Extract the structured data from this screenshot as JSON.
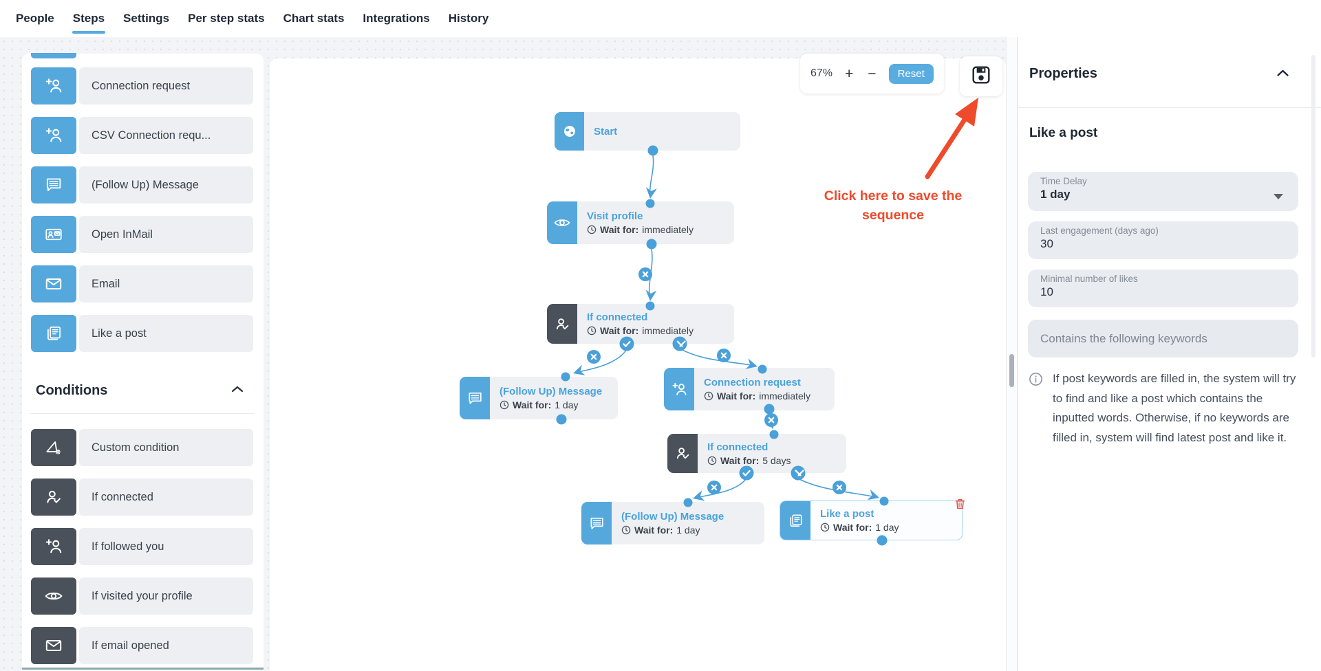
{
  "nav": {
    "tabs": [
      "People",
      "Steps",
      "Settings",
      "Per step stats",
      "Chart stats",
      "Integrations",
      "History"
    ],
    "active_tab": "Steps"
  },
  "sidebar": {
    "steps": [
      "Connection request",
      "CSV Connection requ...",
      "(Follow Up) Message",
      "Open InMail",
      "Email",
      "Like a post"
    ],
    "conditions_header": "Conditions",
    "conditions": [
      "Custom condition",
      "If connected",
      "If followed you",
      "If visited your profile",
      "If email opened"
    ]
  },
  "canvas": {
    "zoom_level": "67%",
    "zoom_in": "+",
    "zoom_out": "−",
    "reset_label": "Reset",
    "wait_label": "Wait for:",
    "annotation_line1": "Click here to save the",
    "annotation_line2": "sequence",
    "nodes": [
      {
        "title": "Start"
      },
      {
        "title": "Visit profile",
        "wait": "immediately"
      },
      {
        "title": "If connected",
        "wait": "immediately"
      },
      {
        "title": "(Follow Up) Message",
        "wait": "1 day"
      },
      {
        "title": "Connection request",
        "wait": "immediately"
      },
      {
        "title": "If connected",
        "wait": "5 days"
      },
      {
        "title": "(Follow Up) Message",
        "wait": "1 day"
      },
      {
        "title": "Like a post",
        "wait": "1 day"
      }
    ]
  },
  "properties": {
    "header": "Properties",
    "section_title": "Like a post",
    "time_delay_label": "Time Delay",
    "time_delay_value": "1 day",
    "last_engagement_label": "Last engagement (days ago)",
    "last_engagement_value": "30",
    "min_likes_label": "Minimal number of likes",
    "min_likes_value": "10",
    "keywords_button": "Contains the following keywords",
    "info_text": "If post keywords are filled in, the system will try to find and like a post which contains the inputted words. Otherwise, if no keywords are filled in, system will find latest post and like it."
  },
  "colors": {
    "accent_blue": "#56a9dc",
    "node_title_blue": "#4aa3dc",
    "dark_tile": "#4b515a",
    "edge_blue": "#4aa0d8",
    "annotation_red": "#ee4b2c",
    "field_bg": "#e9ecf0"
  }
}
